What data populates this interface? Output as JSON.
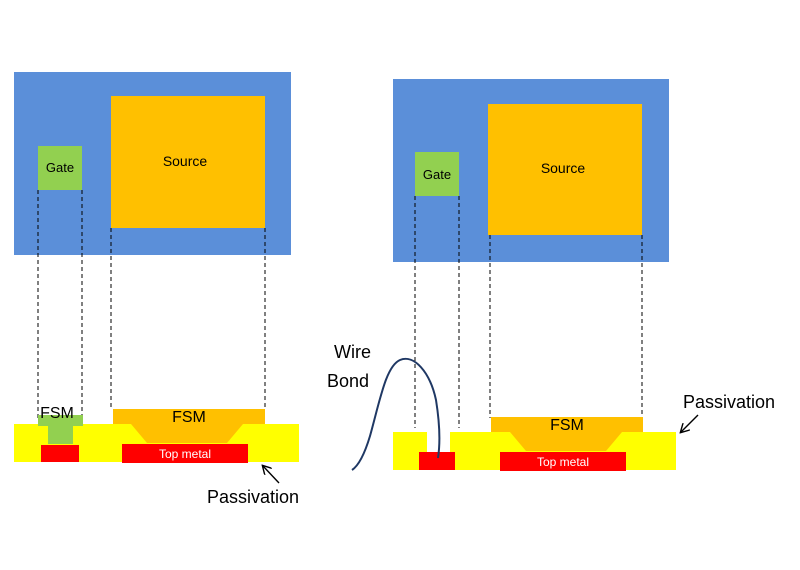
{
  "colors": {
    "top_view_body": "#5b8fd9",
    "source_pad": "#ffc000",
    "gate_pad": "#92d050",
    "fsm": "#ffc000",
    "passivation": "#ffff00",
    "top_metal": "#ff0000",
    "wire_bond": "#1f3864",
    "guide_line": "#000000"
  },
  "left_panel": {
    "gate_label": "Gate",
    "source_label": "Source",
    "fsm_gate_label": "FSM",
    "fsm_source_label": "FSM",
    "top_metal_label": "Top metal",
    "passivation_label": "Passivation"
  },
  "right_panel": {
    "gate_label": "Gate",
    "source_label": "Source",
    "fsm_label": "FSM",
    "top_metal_label": "Top metal",
    "passivation_label": "Passivation",
    "wire_bond_label_line1": "Wire",
    "wire_bond_label_line2": "Bond"
  }
}
